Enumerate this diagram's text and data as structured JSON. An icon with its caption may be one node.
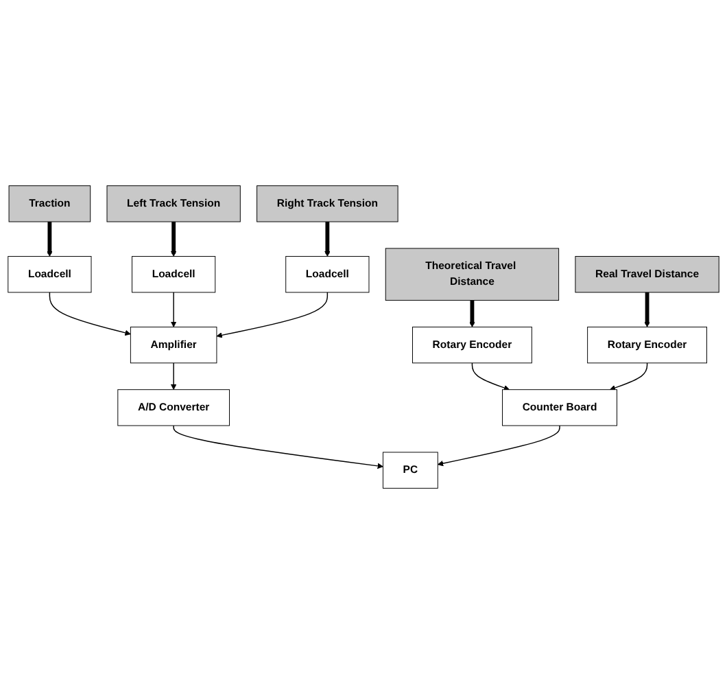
{
  "diagram": {
    "nodes": [
      {
        "text": [
          "Traction"
        ]
      },
      {
        "text": [
          "Left Track Tension"
        ]
      },
      {
        "text": [
          "Right Track Tension"
        ]
      },
      {
        "text": [
          "Theoretical Travel Distance"
        ]
      },
      {
        "text": [
          "Real Travel Distance"
        ]
      },
      {
        "text": [
          "Loadcell"
        ]
      },
      {
        "text": [
          "Loadcell"
        ]
      },
      {
        "text": [
          "Loadcell"
        ]
      },
      {
        "text": [
          "Rotary Encoder"
        ]
      },
      {
        "text": [
          "Rotary Encoder"
        ]
      },
      {
        "text": [
          "Amplifier"
        ]
      },
      {
        "text": [
          "A/D Converter"
        ]
      },
      {
        "text": [
          "Counter Board"
        ]
      },
      {
        "text": [
          "PC"
        ]
      }
    ],
    "edges": [
      {
        "from": 0,
        "to": 5,
        "arrow": "to",
        "style": "thick"
      },
      {
        "from": 1,
        "to": 6,
        "arrow": "to",
        "style": "thick"
      },
      {
        "from": 2,
        "to": 7,
        "arrow": "to",
        "style": "thick"
      },
      {
        "from": 3,
        "to": 8,
        "arrow": "to",
        "style": "thick"
      },
      {
        "from": 4,
        "to": 9,
        "arrow": "to",
        "style": "thick"
      },
      {
        "from": 5,
        "to": 10,
        "arrow": "to"
      },
      {
        "from": 6,
        "to": 10,
        "arrow": "to"
      },
      {
        "from": 7,
        "to": 10,
        "arrow": "to"
      },
      {
        "from": 10,
        "to": 11,
        "arrow": "to"
      },
      {
        "from": 8,
        "to": 12,
        "arrow": "to"
      },
      {
        "from": 9,
        "to": 12,
        "arrow": "to"
      },
      {
        "from": 11,
        "to": 13,
        "arrow": "to"
      },
      {
        "from": 12,
        "to": 13,
        "arrow": "to"
      }
    ]
  }
}
